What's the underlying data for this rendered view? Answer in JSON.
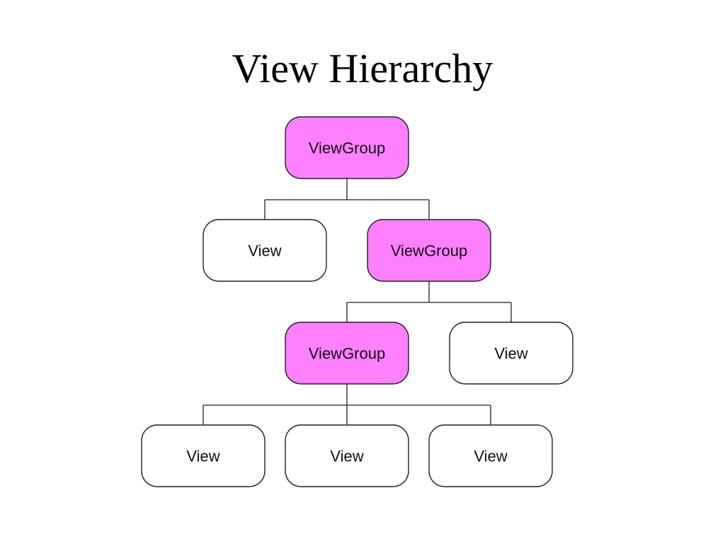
{
  "title": "View Hierarchy",
  "colors": {
    "viewgroup_fill": "#ff80ff",
    "view_fill": "#ffffff",
    "stroke": "#222222"
  },
  "nodes": [
    {
      "id": "root",
      "label": "ViewGroup",
      "kind": "viewgroup",
      "parent": null
    },
    {
      "id": "l2-view",
      "label": "View",
      "kind": "view",
      "parent": "root"
    },
    {
      "id": "l2-group",
      "label": "ViewGroup",
      "kind": "viewgroup",
      "parent": "root"
    },
    {
      "id": "l3-group",
      "label": "ViewGroup",
      "kind": "viewgroup",
      "parent": "l2-group"
    },
    {
      "id": "l3-view",
      "label": "View",
      "kind": "view",
      "parent": "l2-group"
    },
    {
      "id": "l4-view-1",
      "label": "View",
      "kind": "view",
      "parent": "l3-group"
    },
    {
      "id": "l4-view-2",
      "label": "View",
      "kind": "view",
      "parent": "l3-group"
    },
    {
      "id": "l4-view-3",
      "label": "View",
      "kind": "view",
      "parent": "l3-group"
    }
  ]
}
